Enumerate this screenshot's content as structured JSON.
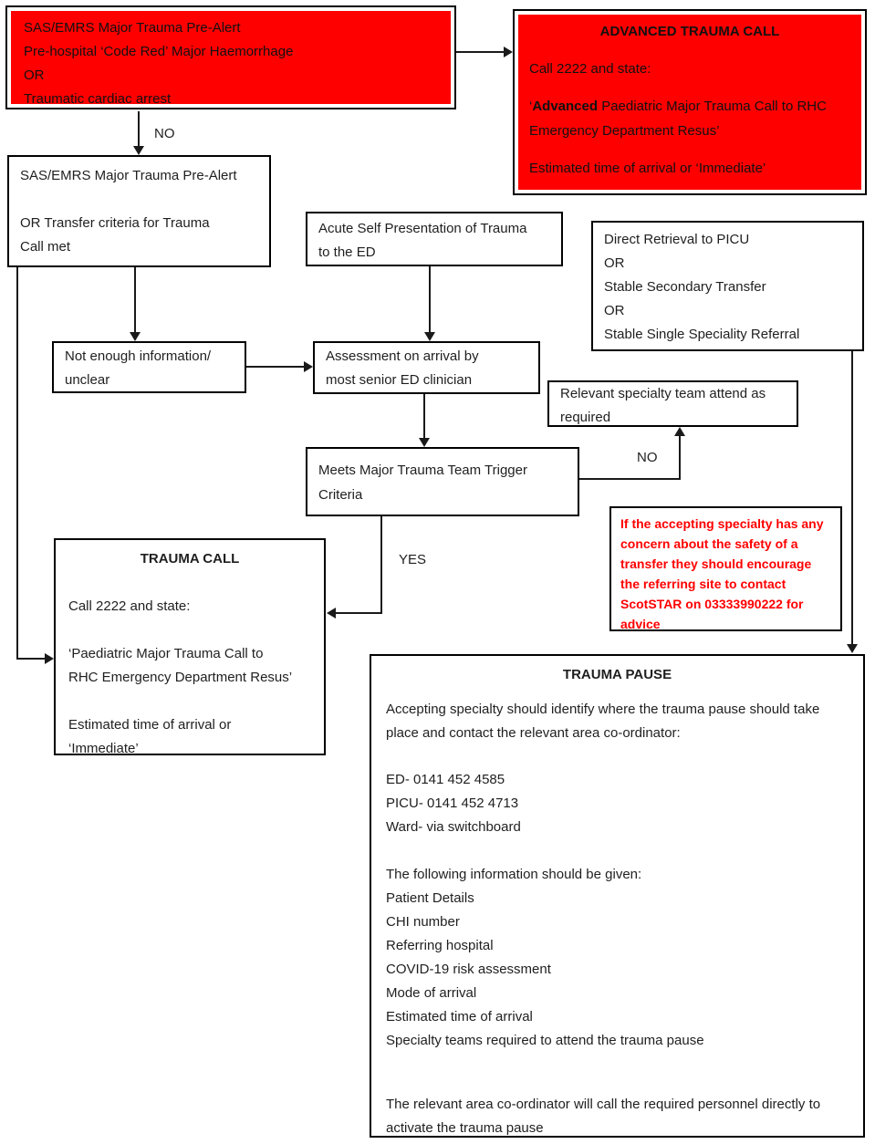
{
  "colors": {
    "alert_fill_red": "#ff0000",
    "warning_text_red": "#ff0000",
    "border_black": "#000000",
    "text_black": "#1f1f1f",
    "background": "#ffffff"
  },
  "labels": {
    "no_top": "NO",
    "no_right": "NO",
    "yes": "YES"
  },
  "boxes": {
    "prehospital_alert": {
      "lines": [
        "SAS/EMRS Major Trauma Pre-Alert",
        "Pre-hospital ‘Code Red’ Major Haemorrhage",
        "OR",
        "Traumatic cardiac arrest"
      ]
    },
    "advanced_trauma_call": {
      "title": "ADVANCED TRAUMA CALL",
      "call_line": "Call 2222 and state:",
      "statement_prefix": "‘",
      "statement_bold": "Advanced",
      "statement_rest": " Paediatric Major Trauma Call to RHC Emergency Department Resus’",
      "eta_line": "Estimated time of arrival or ‘Immediate’"
    },
    "prealert_transfer": {
      "lines": [
        "SAS/EMRS Major Trauma Pre-Alert",
        "",
        "OR Transfer criteria for Trauma",
        "Call met"
      ]
    },
    "acute_self_presentation": {
      "lines": [
        "Acute Self Presentation of Trauma",
        "to the ED"
      ]
    },
    "retrieval_options": {
      "lines": [
        "Direct Retrieval to PICU",
        "OR",
        "Stable Secondary Transfer",
        "OR",
        "Stable Single Speciality Referral"
      ]
    },
    "not_enough_info": {
      "lines": [
        "Not enough information/",
        "unclear"
      ]
    },
    "assessment": {
      "lines": [
        "Assessment on arrival by",
        "most senior ED clinician"
      ]
    },
    "relevant_specialty": {
      "lines": [
        "Relevant specialty team attend as",
        "required"
      ]
    },
    "meets_criteria": {
      "lines": [
        "Meets Major Trauma Team Trigger",
        "Criteria"
      ]
    },
    "trauma_call": {
      "title": "TRAUMA CALL",
      "call_line": "Call 2222 and state:",
      "statement_lines": [
        "‘Paediatric Major Trauma Call to",
        "RHC Emergency Department Resus’"
      ],
      "eta_lines": [
        "Estimated time of arrival or",
        "‘Immediate’"
      ]
    },
    "scotstar_warning": {
      "text": "If the accepting specialty has any concern about the safety of a transfer they should encourage the referring site to contact ScotSTAR on 03333990222 for advice"
    },
    "trauma_pause": {
      "title": "TRAUMA PAUSE",
      "intro": "Accepting specialty should identify where the trauma pause should take place and contact the relevant area co-ordinator:",
      "contacts": [
        "ED- 0141 452 4585",
        "PICU- 0141 452 4713",
        "Ward- via switchboard"
      ],
      "info_header": "The following information should be given:",
      "info_items": [
        "Patient Details",
        "CHI number",
        "Referring hospital",
        "COVID-19 risk assessment",
        "Mode of arrival",
        "Estimated time of arrival",
        "Specialty teams required to attend the trauma pause"
      ],
      "footer": "The relevant area co-ordinator will call the required personnel directly to activate the trauma pause"
    }
  }
}
